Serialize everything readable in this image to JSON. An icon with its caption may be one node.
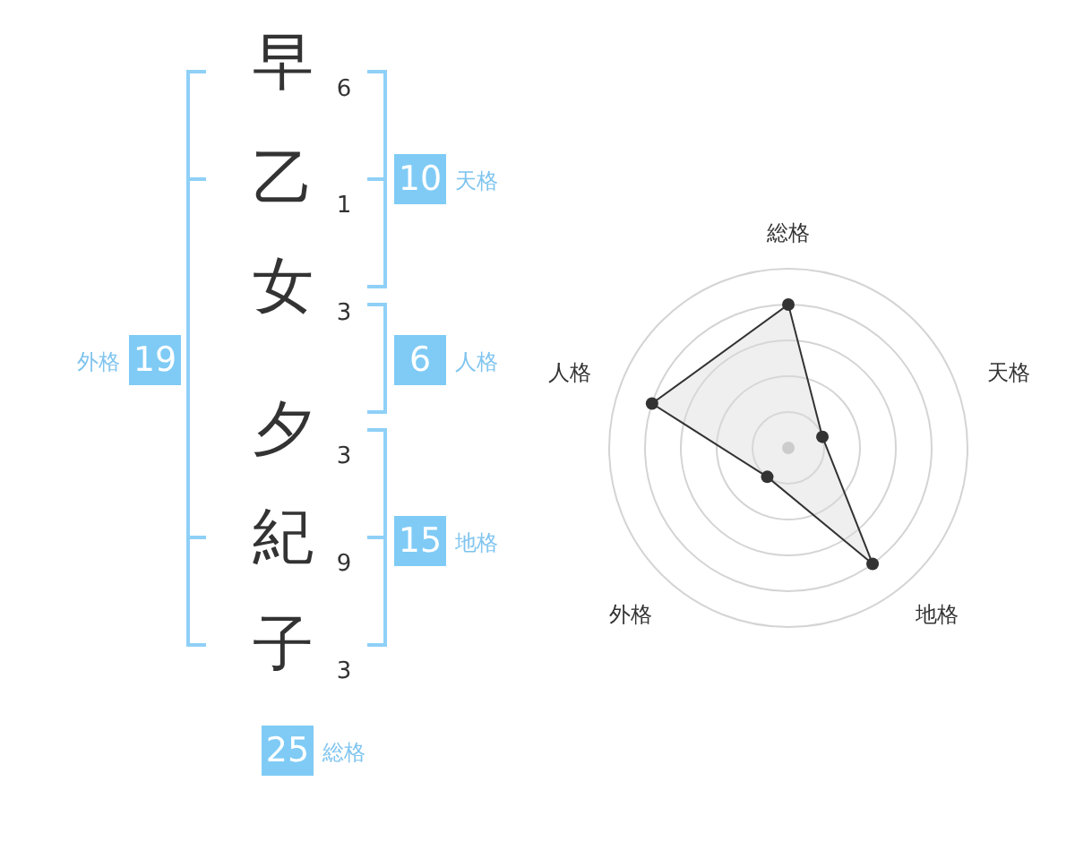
{
  "diagram": {
    "nodes": [
      {
        "text": [
          "10"
        ],
        "beside": [
          "天格"
        ]
      },
      {
        "text": [
          "19"
        ],
        "beside": [
          "外格"
        ]
      },
      {
        "text": [
          "6"
        ],
        "beside": [
          "人格"
        ]
      },
      {
        "text": [
          "15"
        ],
        "beside": [
          "地格"
        ]
      },
      {
        "text": [
          "25"
        ],
        "beside": [
          "総格"
        ]
      }
    ],
    "labels": [
      "早",
      "6",
      "乙",
      "1",
      "女",
      "3",
      "夕",
      "3",
      "紀",
      "9",
      "子",
      "3",
      "総格",
      "人格",
      "天格",
      "外格",
      "地格"
    ]
  }
}
